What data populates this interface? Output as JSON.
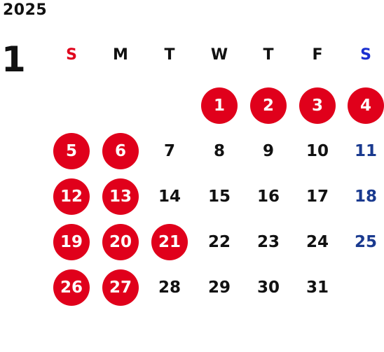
{
  "year": "2025",
  "month": "1",
  "colors": {
    "highlight": "#e0001b",
    "sunday_header": "#e0001b",
    "saturday_header": "#1a2fd0",
    "saturday_date": "#1a3a8f",
    "text": "#111111",
    "on_highlight": "#ffffff"
  },
  "weekdays": [
    "S",
    "M",
    "T",
    "W",
    "T",
    "F",
    "S"
  ],
  "first_weekday_index": 3,
  "days": [
    {
      "label": "1",
      "highlighted": true
    },
    {
      "label": "2",
      "highlighted": true
    },
    {
      "label": "3",
      "highlighted": true
    },
    {
      "label": "4",
      "highlighted": true
    },
    {
      "label": "5",
      "highlighted": true
    },
    {
      "label": "6",
      "highlighted": true
    },
    {
      "label": "7",
      "highlighted": false
    },
    {
      "label": "8",
      "highlighted": false
    },
    {
      "label": "9",
      "highlighted": false
    },
    {
      "label": "10",
      "highlighted": false
    },
    {
      "label": "11",
      "highlighted": false
    },
    {
      "label": "12",
      "highlighted": true
    },
    {
      "label": "13",
      "highlighted": true
    },
    {
      "label": "14",
      "highlighted": false
    },
    {
      "label": "15",
      "highlighted": false
    },
    {
      "label": "16",
      "highlighted": false
    },
    {
      "label": "17",
      "highlighted": false
    },
    {
      "label": "18",
      "highlighted": false
    },
    {
      "label": "19",
      "highlighted": true
    },
    {
      "label": "20",
      "highlighted": true
    },
    {
      "label": "21",
      "highlighted": true
    },
    {
      "label": "22",
      "highlighted": false
    },
    {
      "label": "23",
      "highlighted": false
    },
    {
      "label": "24",
      "highlighted": false
    },
    {
      "label": "25",
      "highlighted": false
    },
    {
      "label": "26",
      "highlighted": true
    },
    {
      "label": "27",
      "highlighted": true
    },
    {
      "label": "28",
      "highlighted": false
    },
    {
      "label": "29",
      "highlighted": false
    },
    {
      "label": "30",
      "highlighted": false
    },
    {
      "label": "31",
      "highlighted": false
    }
  ]
}
